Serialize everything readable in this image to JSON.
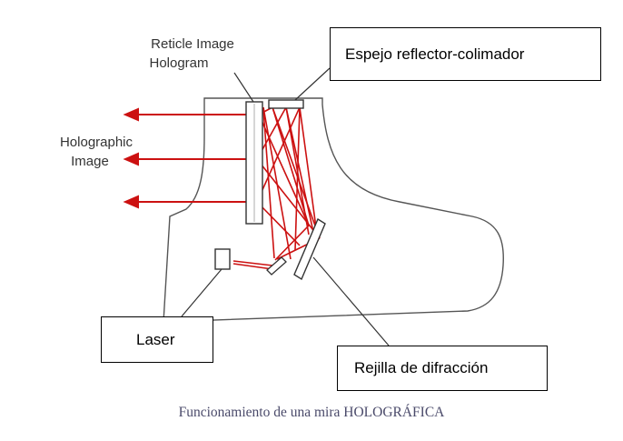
{
  "labels": {
    "reticle_hologram": [
      "Reticle Image",
      "Hologram"
    ],
    "holographic_image": [
      "Holographic",
      "Image"
    ]
  },
  "callouts": {
    "espejo": "Espejo reflector-colimador",
    "laser": "Laser",
    "rejilla": "Rejilla de difracción"
  },
  "caption": "Funcionamiento de una mira HOLOGRÁFICA",
  "colors": {
    "beam": "#cc1111",
    "outline": "#555555",
    "box_border": "#000000",
    "caption": "#4a4a6a"
  }
}
